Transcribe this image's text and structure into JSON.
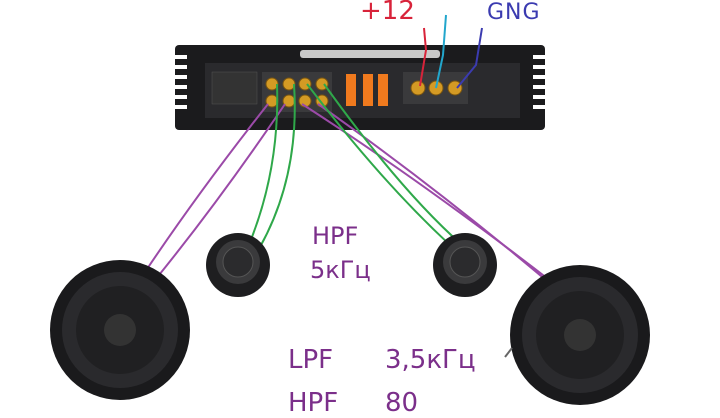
{
  "annotations": {
    "power_label": "+12",
    "ground_label": "GNG",
    "tweeter_filter": "HPF",
    "tweeter_freq": "5кГц",
    "woofer_lpf": "LPF",
    "woofer_lpf_freq": "3,5кГц",
    "woofer_hpf": "HPF",
    "woofer_hpf_freq": "80"
  },
  "colors": {
    "power_wire": "#d8233a",
    "remote_wire": "#22a6cc",
    "ground_wire": "#3b3bb0",
    "speaker_wire_purple": "#9b4aa8",
    "speaker_wire_green": "#2fa84a",
    "annotation_purple": "#7b2f8a"
  }
}
